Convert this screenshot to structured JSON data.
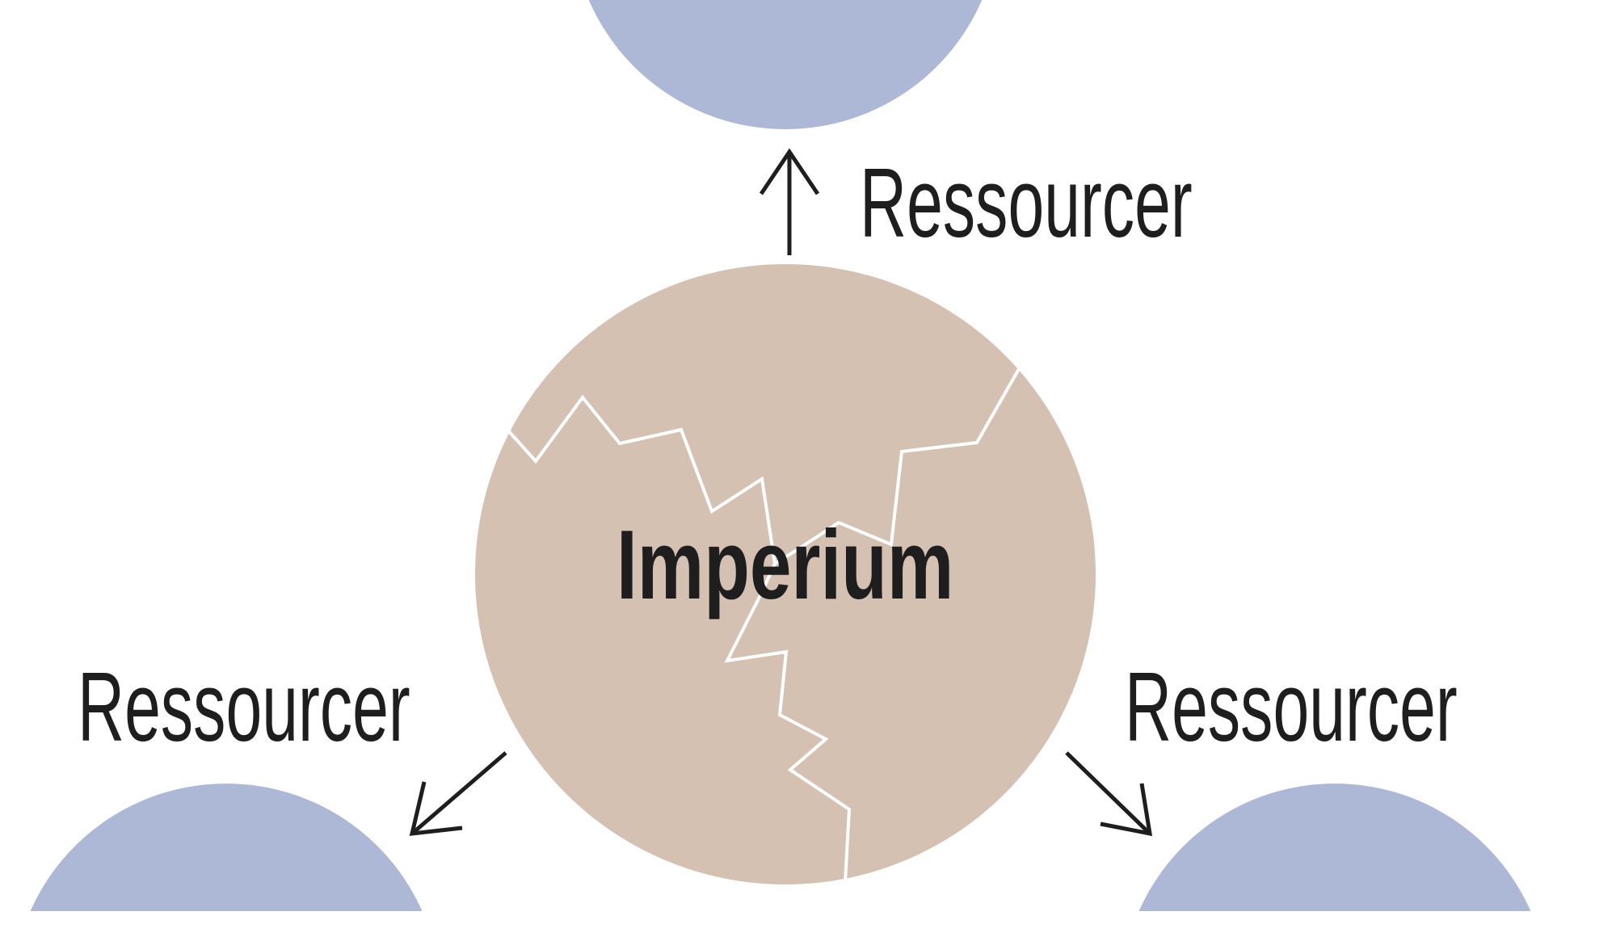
{
  "diagram": {
    "center_label": "Imperium",
    "arrow_labels": [
      "Ressourcer",
      "Ressourcer",
      "Ressourcer"
    ]
  },
  "colors": {
    "center_fill": "#d4c1b2",
    "outer_fill": "#adb8d6",
    "crack": "#ffffff",
    "arrow": "#1e1e1e"
  }
}
